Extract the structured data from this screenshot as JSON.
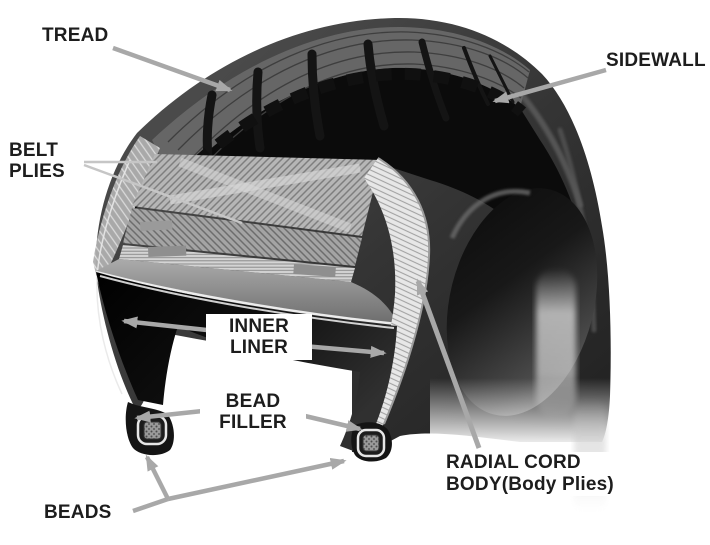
{
  "figure": {
    "type": "tire-cutaway-anatomy-diagram",
    "background_color": "#ffffff",
    "text_color": "#1d1d1d",
    "arrow_color": "#a8a8a8",
    "labels": {
      "tread": "TREAD",
      "sidewall": "SIDEWALL",
      "belt_plies": [
        "BELT",
        "PLIES"
      ],
      "inner_liner": [
        "INNER",
        "LINER"
      ],
      "bead_filler": [
        "BEAD",
        "FILLER"
      ],
      "beads": "BEADS",
      "radial_cord_body": [
        "RADIAL CORD",
        "BODY(Body Plies)"
      ]
    }
  }
}
